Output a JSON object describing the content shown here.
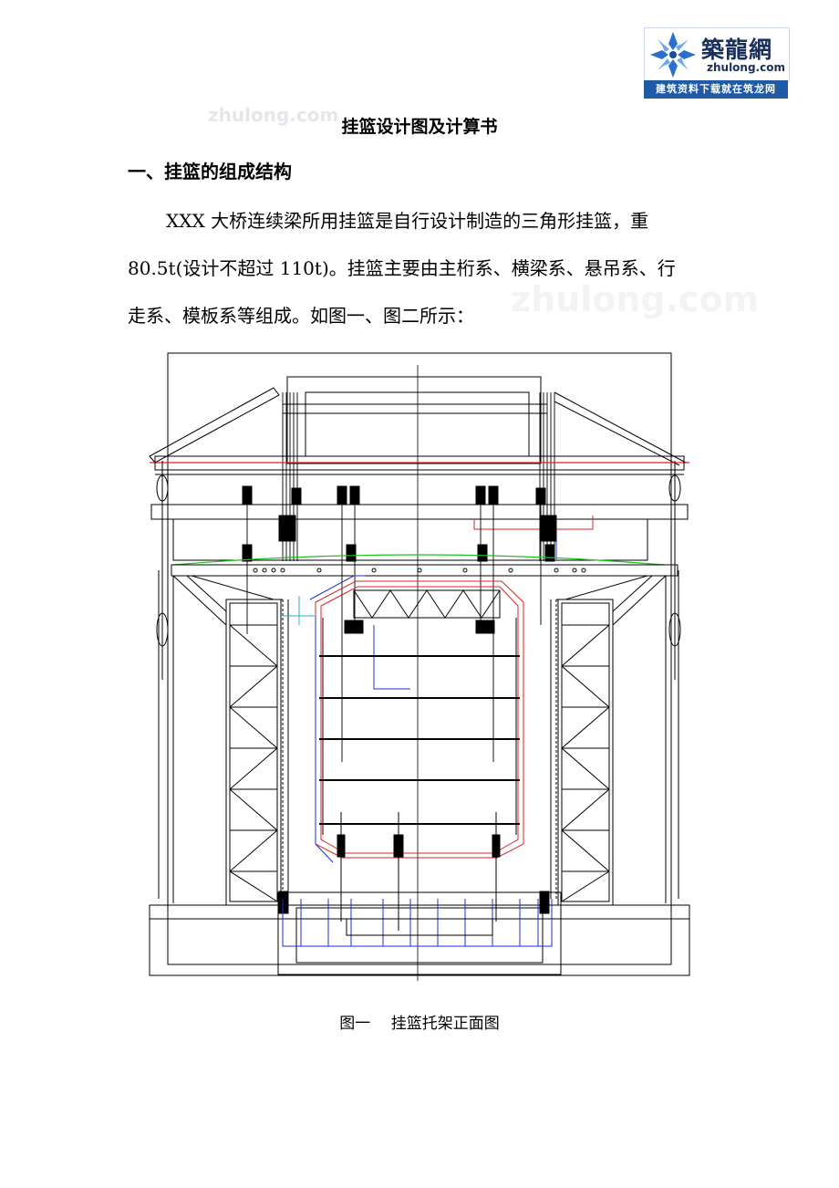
{
  "logo": {
    "name": "築龍網",
    "url": "zhulong.com",
    "tagline": "建筑资料下载就在筑龙网"
  },
  "watermark": {
    "text": "zhulong.com"
  },
  "document": {
    "title": "挂篮设计图及计算书",
    "section_heading": "一、挂篮的组成结构",
    "paragraph_lines": [
      "XXX 大桥连续梁所用挂篮是自行设计制造的三角形挂篮，重",
      "80.5t(设计不超过 110t)。挂篮主要由主桁系、横梁系、悬吊系、行",
      "走系、模板系等组成。如图一、图二所示："
    ],
    "figure_caption": "图一　 挂篮托架正面图"
  },
  "colors": {
    "logo_blue": "#1f5aa6",
    "drawing_red": "#e02020",
    "drawing_blue": "#1a2fd6",
    "drawing_green": "#20c020",
    "drawing_cyan": "#20b0c8"
  }
}
